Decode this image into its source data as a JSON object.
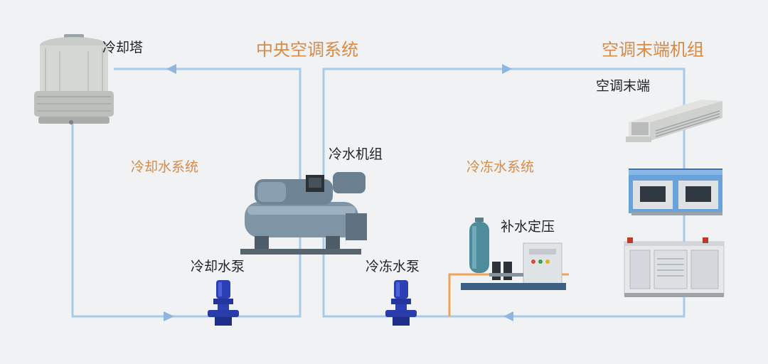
{
  "titles": {
    "central_ac": "中央空调系统",
    "terminal_units": "空调末端机组"
  },
  "labels": {
    "cooling_tower": "冷却塔",
    "cooling_water_system": "冷却水系统",
    "chiller": "冷水机组",
    "chilled_water_system": "冷冻水系统",
    "makeup_pressure": "补水定压",
    "cooling_pump": "冷却水泵",
    "chilled_pump": "冷冻水泵",
    "ac_terminal": "空调末端"
  },
  "colors": {
    "pipe": "#a9c9ea",
    "arrow": "#8fb6e0",
    "makeup_pipe": "#f0a35a",
    "accent_text": "#d98a45",
    "pump": "#2d3fb5"
  }
}
